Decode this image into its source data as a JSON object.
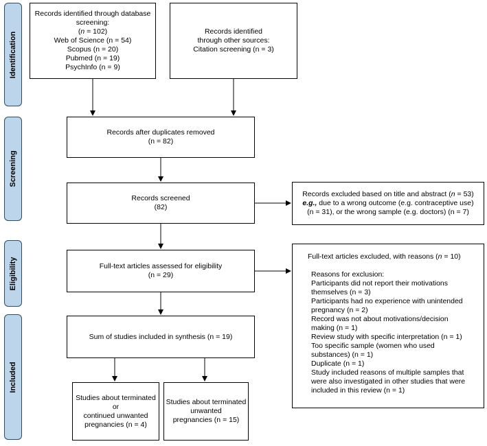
{
  "stages": {
    "identification": "Identification",
    "screening": "Screening",
    "eligibility": "Eligibility",
    "included": "Included"
  },
  "boxes": {
    "database": {
      "line1": "Records identified through database",
      "line2": "screening:",
      "line3_pre": "(",
      "line3_n": "n",
      "line3_post": " = 102)",
      "line4": "Web of Science (n = 54)",
      "line5": "Scopus (n = 20)",
      "line6": "Pubmed (n = 19)",
      "line7": "PsychInfo (n = 9)"
    },
    "other_sources": {
      "line1": "Records identified",
      "line2": "through other sources:",
      "line3": "Citation screening (n  = 3)"
    },
    "after_duplicates": {
      "line1": "Records after duplicates removed",
      "line2": "(n = 82)"
    },
    "screened": {
      "line1": "Records screened",
      "line2": "(82)"
    },
    "excluded_title": {
      "line1_pre": "Records excluded based on title and abstract (",
      "line1_n": "n",
      "line1_post": " = 53)",
      "line2_eg": "e.g.,",
      "line2_post": "  due to a wrong outcome (e.g. contraceptive use)",
      "line3": "(n = 31), or the wrong sample (e.g. doctors) (n = 7)"
    },
    "fulltext_assessed": {
      "line1": "Full-text articles assessed for eligibility",
      "line2": "(n = 29)"
    },
    "fulltext_excluded": {
      "title_pre": "Full-text articles excluded, with reasons (",
      "title_n": "n",
      "title_post": " = 10)",
      "reasons_header": "Reasons for exclusion:",
      "reasons": [
        "Participants did not report their motivations",
        "themselves (n = 3)",
        "Participants had no experience with unintended",
        "pregnancy (n = 2)",
        "Record was not about motivations/decision",
        "making (n = 1)",
        "Review study with specific interpretation (n = 1)",
        "Too specific sample (women who used",
        "substances) (n = 1)",
        "Duplicate (n = 1)",
        "Study included reasons of multiple samples that",
        "were also investigated in other studies that were",
        "included in this review (n = 1)"
      ]
    },
    "included_synthesis": {
      "line1": "Sum of studies included in synthesis (n = 19)"
    },
    "terminated_or_continued": {
      "line1": "Studies about terminated",
      "line2": "or",
      "line3": "continued unwanted",
      "line4": "pregnancies (n = 4)"
    },
    "terminated": {
      "line1": "Studies about terminated",
      "line2": "unwanted",
      "line3": "pregnancies  (n = 15)"
    }
  }
}
